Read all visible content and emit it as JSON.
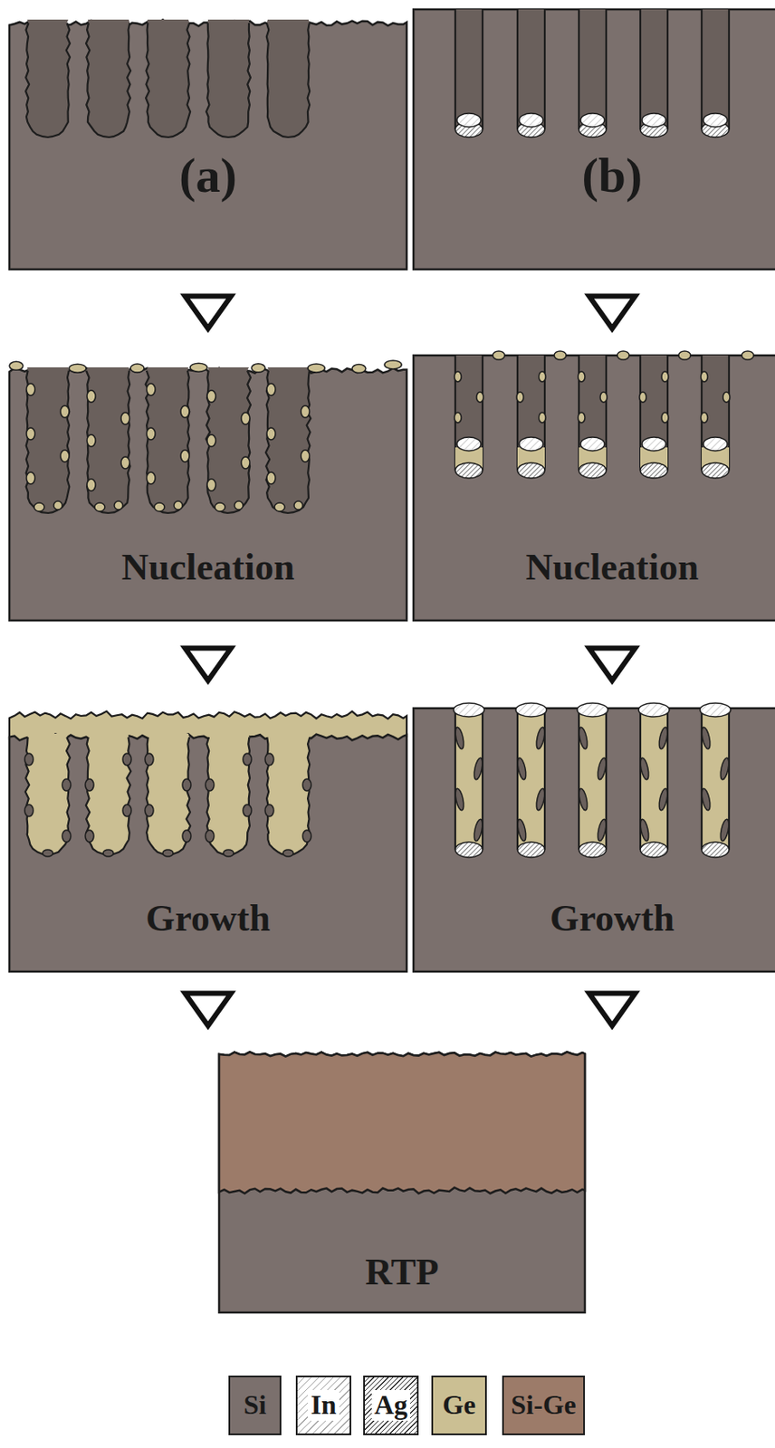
{
  "diagram": {
    "nodes": [
      {
        "text": [
          "(a)"
        ]
      },
      {
        "text": [
          "(b)"
        ]
      },
      {
        "text": [
          "Nucleation"
        ]
      },
      {
        "text": [
          "Nucleation"
        ]
      },
      {
        "text": [
          "Growth"
        ]
      },
      {
        "text": [
          "Growth"
        ]
      },
      {
        "text": [
          "RTP"
        ]
      }
    ],
    "edges": [
      {
        "from": 0,
        "to": 2,
        "arrow": "to"
      },
      {
        "from": 1,
        "to": 3,
        "arrow": "to"
      },
      {
        "from": 2,
        "to": 4,
        "arrow": "to"
      },
      {
        "from": 3,
        "to": 5,
        "arrow": "to"
      },
      {
        "from": 4,
        "to": 6,
        "arrow": "to"
      },
      {
        "from": 5,
        "to": 6,
        "arrow": "to"
      }
    ],
    "legend": [
      {
        "text": "Si",
        "color": "#7b706d"
      },
      {
        "text": "In"
      },
      {
        "text": "Ag"
      },
      {
        "text": "Ge",
        "color": "#cbbf93"
      },
      {
        "text": "Si-Ge",
        "color": "#9c7b69"
      }
    ]
  }
}
